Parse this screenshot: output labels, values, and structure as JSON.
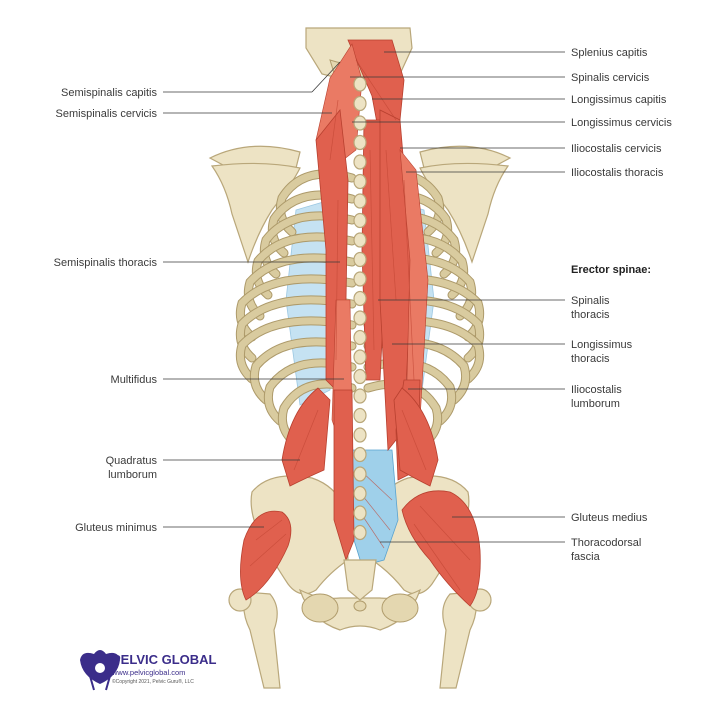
{
  "colors": {
    "muscle": "#e0604e",
    "bone": "#ede3c4",
    "fascia": "#9fd0ea",
    "logo": "#3b2d8a"
  },
  "labels_left": {
    "semispinalis_capitis": "Semispinalis capitis",
    "semispinalis_cervicis": "Semispinalis cervicis",
    "semispinalis_thoracis": "Semispinalis thoracis",
    "multifidus": "Multifidus",
    "quadratus_lumborum_1": "Quadratus",
    "quadratus_lumborum_2": "lumborum",
    "gluteus_minimus": "Gluteus minimus"
  },
  "labels_right": {
    "splenius_capitis": "Splenius capitis",
    "spinalis_cervicis": "Spinalis cervicis",
    "longissimus_capitis": "Longissimus capitis",
    "longissimus_cervicis": "Longissimus cervicis",
    "iliocostalis_cervicis": "Iliocostalis cervicis",
    "iliocostalis_thoracis": "Iliocostalis thoracis",
    "erector_header": "Erector spinae:",
    "spinalis_thoracis_1": "Spinalis",
    "spinalis_thoracis_2": "thoracis",
    "longissimus_thoracis_1": "Longissimus",
    "longissimus_thoracis_2": "thoracis",
    "iliocostalis_lumborum_1": "Iliocostalis",
    "iliocostalis_lumborum_2": "lumborum",
    "gluteus_medius": "Gluteus medius",
    "thoracodorsal_fascia_1": "Thoracodorsal",
    "thoracodorsal_fascia_2": "fascia"
  },
  "logo": {
    "name": "PELVIC GLOBAL",
    "url": "www.pelvicglobal.com",
    "copyright": "©Copyright 2021, Pelvic Guru®, LLC",
    "icon": "pelvis-logo-icon"
  }
}
